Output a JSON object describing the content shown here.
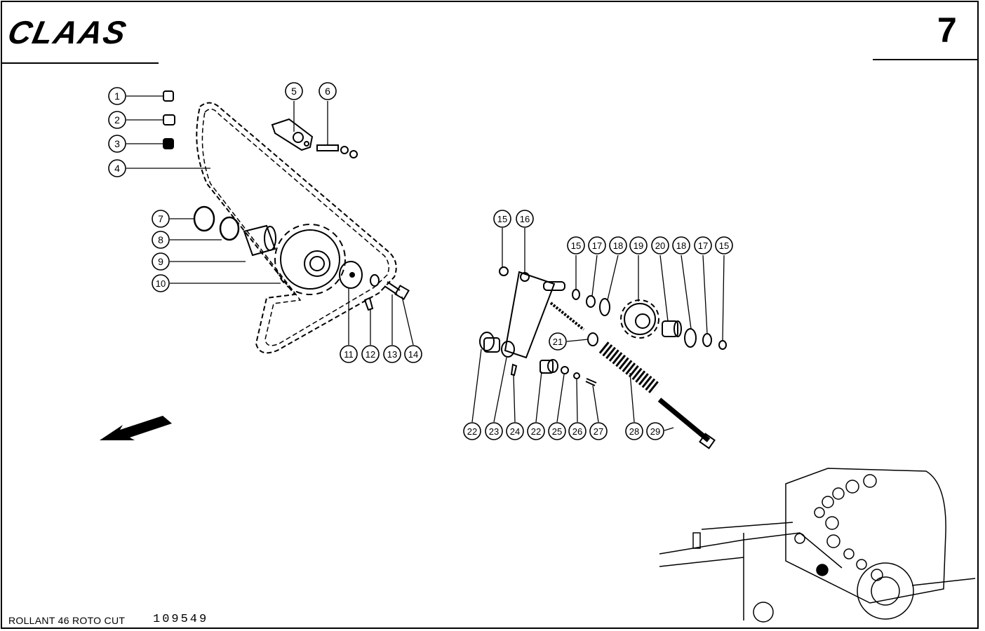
{
  "header": {
    "brand": "CLAAS",
    "page_number": "7"
  },
  "footer": {
    "model": "ROLLANT 46 ROTO CUT",
    "code": "109549"
  },
  "callouts": [
    "1",
    "2",
    "3",
    "4",
    "5",
    "6",
    "7",
    "8",
    "9",
    "10",
    "11",
    "12",
    "13",
    "14",
    "15",
    "16",
    "15",
    "17",
    "18",
    "19",
    "20",
    "18",
    "17",
    "15",
    "21",
    "22",
    "23",
    "24",
    "22",
    "25",
    "26",
    "27",
    "28",
    "29"
  ]
}
